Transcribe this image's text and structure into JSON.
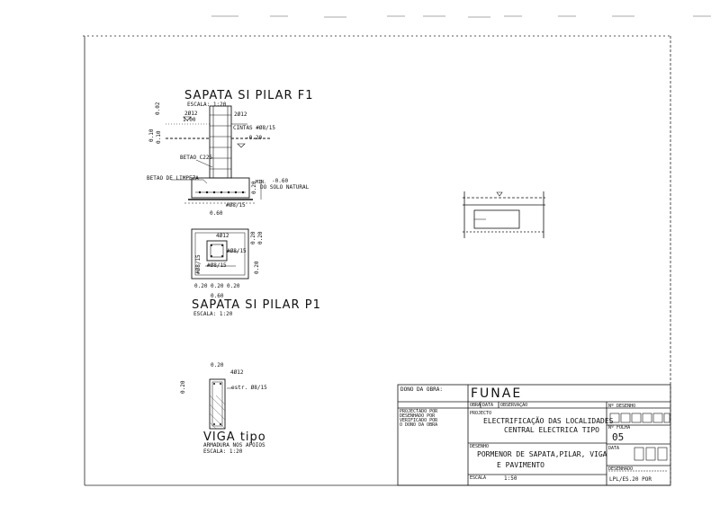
{
  "sapata_f1": {
    "title": "SAPATA SI PILAR F1",
    "scale": "ESCALA: 1:20",
    "bar_left": "2Ø12",
    "bar_left_offset": "1.00",
    "bar_right": "2Ø12",
    "stirrups": "CINTAS #Ø8/15",
    "level_top": "-0.20",
    "label_betao_fund": "BETAO C225",
    "label_betao_limpeza": "BETAO DE LIMPEZA",
    "level_bottom": "-0.60",
    "solo": "DO SOLO NATURAL",
    "dim_left_top": "0.02",
    "dim_left_mid_a": "0.10",
    "dim_left_mid_b": "0.10",
    "dim_base_h": "0.20",
    "dim_base_tag": "MIN.",
    "rebar_base": "#Ø8/15",
    "dim_width": "0.60"
  },
  "sapata_p1": {
    "title": "SAPATA SI PILAR P1",
    "scale": "ESCALA: 1:20",
    "bars": "4Ø12",
    "mesh_h": "#Ø8/15",
    "mesh_v": "#Ø8/15",
    "mesh_v2": "#Ø8/15",
    "dim_right_a": "0.20",
    "dim_right_b": "0.20",
    "dim_right_c": "0.20",
    "dim_b1": "0.20",
    "dim_b2": "0.20",
    "dim_b3": "0.20",
    "dim_total": "0.60"
  },
  "viga": {
    "title": "VIGA tipo",
    "subtitle": "ARMADURA NOS APOIOS",
    "scale": "ESCALA: 1:20",
    "width": "0.20",
    "bars": "4Ø12",
    "stirrups": "estr. Ø8/15",
    "height": "0.20"
  },
  "title_block": {
    "dono_label": "DONO DA OBRA:",
    "owner": "FUNAE",
    "obra_label": "OBRA",
    "data_label": "DATA",
    "obs_label": "OBSERVAÇÃO",
    "proj_labels": [
      "PROJECTADO POR",
      "DESENHADO POR",
      "VERIFICADO POR",
      "O DONO DA OBRA"
    ],
    "projecto_label": "PROJECTO",
    "project_line1": "ELECTRIFICAÇÃO DAS LOCALIDADES",
    "project_line2": "CENTRAL ELECTRICA TIPO",
    "desenho_label": "DESENHO",
    "drawing_line1": "PORMENOR DE SAPATA,PILAR, VIGA",
    "drawing_line2": "E PAVIMENTO",
    "escala_label": "ESCALA",
    "scale": "1:50",
    "numero_label": "Nº DESENHO",
    "numero_label2": "Nº FOLHA",
    "sheet_no": "05",
    "date_label": "DATA",
    "desenhado_label": "DESENHADO",
    "desenhado_value": "LPL/ES.20 POR"
  }
}
